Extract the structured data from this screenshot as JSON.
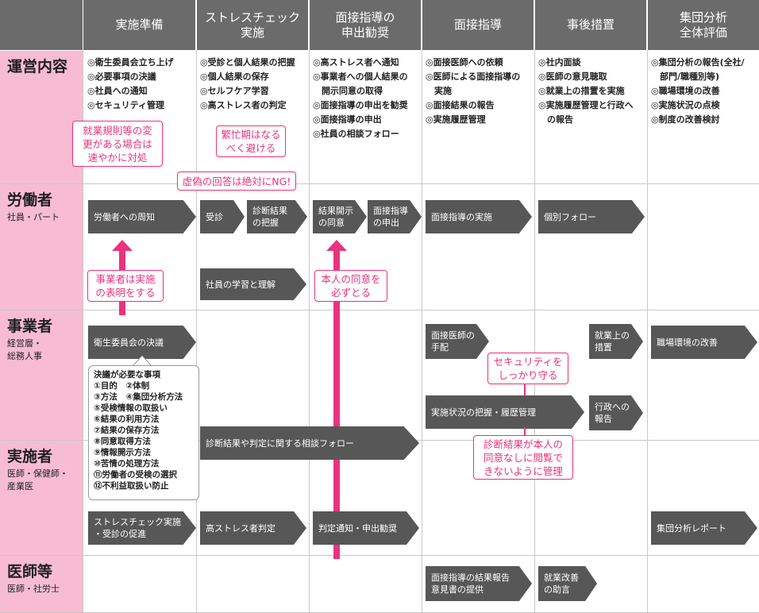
{
  "header": {
    "cols": [
      "実施準備",
      "ストレスチェック\n実施",
      "面接指導の\n申出勧奨",
      "面接指導",
      "事後措置",
      "集団分析\n全体評価"
    ]
  },
  "rows": {
    "ops": {
      "title": "運営内容",
      "sub": ""
    },
    "worker": {
      "title": "労働者",
      "sub": "社員・パート"
    },
    "employer": {
      "title": "事業者",
      "sub": "経営層・\n総務人事"
    },
    "implementer": {
      "title": "実施者",
      "sub": "医師・保健師・\n産業医"
    },
    "doctor": {
      "title": "医師等",
      "sub": "医師・社労士"
    }
  },
  "ops_text": [
    "◎衛生委員会立ち上げ\n◎必要事項の決議\n◎社員への通知\n◎セキュリティ管理",
    "◎受診と個人結果の把握\n◎個人結果の保存\n◎セルフケア学習\n◎高ストレス者の判定",
    "◎高ストレス者へ通知\n◎事業者への個人結果の\n　開示同意の取得\n◎面接指導の申出を勧奨\n◎面接指導の申出\n◎社員の相談フォロー",
    "◎面接医師への依頼\n◎医師による面接指導の\n　実施\n◎面接結果の報告\n◎実施履歴管理",
    "◎社内面談\n◎医師の意見聴取\n◎就業上の措置を実施\n◎実施履歴管理と行政へ\n　の報告",
    "◎集団分析の報告(全社/\n　部門/職種別等)\n◎職場環境の改善\n◎実施状況の点検\n◎制度の改善検討"
  ],
  "callouts": {
    "rules_change": "就業規則等の変\n更がある場合は\n速やかに対処",
    "busy_period": "繁忙期はなる\nべく避ける",
    "no_false": "虚偽の回答は絶対にNG!",
    "intention": "事業者は実施\nの表明をする",
    "consent": "本人の同意を\n必ずとる",
    "security": "セキュリティを\nしっかり守る",
    "view_mgmt": "診断結果が本人の\n同意なしに閲覧で\nきないように管理"
  },
  "arrows": {
    "notify_workers": "労働者への周知",
    "exam": "受診",
    "grasp_results": "診断結果\nの把握",
    "consent_disclose": "結果開示\nの同意",
    "apply_interview": "面接指導\nの申出",
    "conduct_interview": "面接指導の実施",
    "individual_follow": "個別フォロー",
    "learning": "社員の学習と理解",
    "committee_resolution": "衛生委員会の決議",
    "arrange_doctor": "面接医師の\n手配",
    "work_measures": "就業上の\n措置",
    "workplace_improve": "職場環境の改善",
    "status_mgmt": "実施状況の把握・履歴管理",
    "report_admin": "行政への\n報告",
    "consult_follow": "診断結果や判定に関する相談フォロー",
    "implement_promote": "ストレスチェック実施\n・受診の促進",
    "high_stress_judge": "高ストレス者判定",
    "judgment_notice": "判定通知・申出勧奨",
    "group_report": "集団分析レポート",
    "interview_report": "面接指導の結果報告\n意見書の提供",
    "work_advice": "就業改善\nの助言"
  },
  "resolution_items": "決議が必要な事項\n①目的　②体制\n③方法　④集団分析方法\n⑤受検情報の取扱い\n⑥結果の利用方法\n⑦結果の保存方法\n⑧同意取得方法\n⑨情報開示方法\n⑩苦情の処理方法\n⑪労働者の受検の選択\n⑫不利益取扱い防止",
  "colors": {
    "accent": "#e9337d",
    "label_bg": "#f7bcd2",
    "header_bg": "#6b6b6b",
    "arrow_bg": "#575757"
  }
}
